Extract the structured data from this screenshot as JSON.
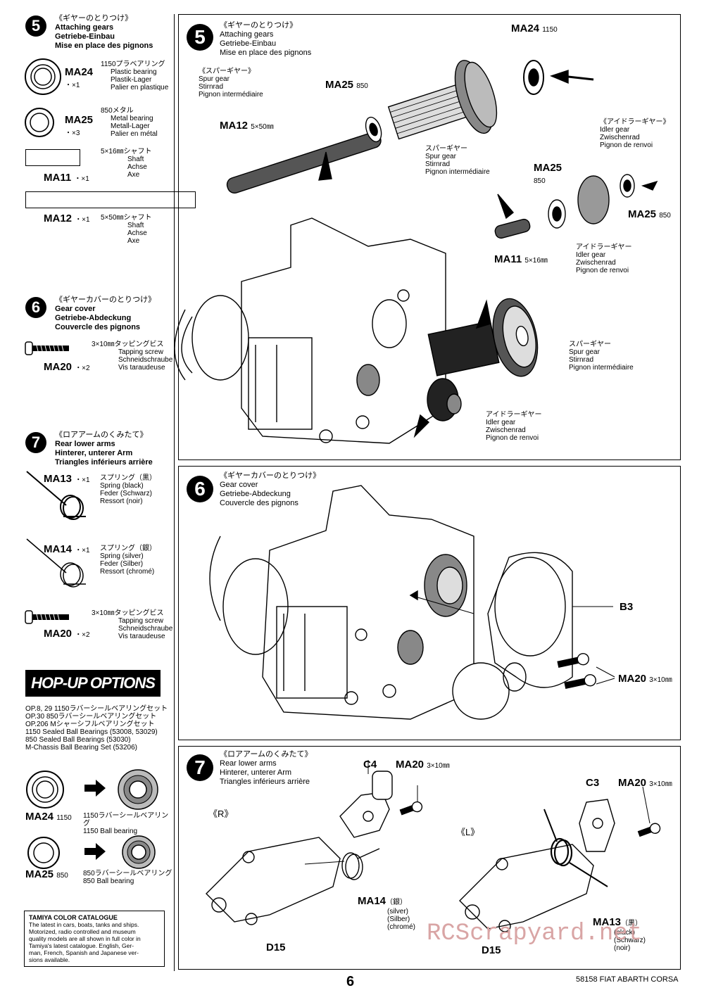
{
  "left": {
    "step5": {
      "num": "5",
      "jp": "《ギヤーのとりつけ》",
      "en": "Attaching gears",
      "de": "Getriebe-Einbau",
      "fr": "Mise en place des pignons",
      "parts": [
        {
          "code": "MA24",
          "qty": "・×1",
          "jp": "1150プラベアリング",
          "l1": "Plastic bearing",
          "l2": "Plastik-Lager",
          "l3": "Palier en plastique"
        },
        {
          "code": "MA25",
          "qty": "・×3",
          "jp": "850メタル",
          "l1": "Metal bearing",
          "l2": "Metall-Lager",
          "l3": "Palier en métal"
        },
        {
          "code": "MA11",
          "qty": "・×1",
          "jp": "5×16㎜シャフト",
          "l1": "Shaft",
          "l2": "Achse",
          "l3": "Axe"
        },
        {
          "code": "MA12",
          "qty": "・×1",
          "jp": "5×50㎜シャフト",
          "l1": "Shaft",
          "l2": "Achse",
          "l3": "Axe"
        }
      ]
    },
    "step6": {
      "num": "6",
      "jp": "《ギヤーカバーのとりつけ》",
      "en": "Gear cover",
      "de": "Getriebe-Abdeckung",
      "fr": "Couvercle des pignons",
      "part": {
        "code": "MA20",
        "qty": "・×2",
        "jp": "3×10㎜タッピングビス",
        "l1": "Tapping screw",
        "l2": "Schneidschraube",
        "l3": "Vis taraudeuse"
      }
    },
    "step7": {
      "num": "7",
      "jp": "《ロアアームのくみたて》",
      "en": "Rear lower arms",
      "de": "Hinterer, unterer Arm",
      "fr": "Triangles inférieurs arrière",
      "parts": [
        {
          "code": "MA13",
          "qty": "・×1",
          "jp": "スプリング（黒）",
          "l1": "Spring (black)",
          "l2": "Feder (Schwarz)",
          "l3": "Ressort (noir)"
        },
        {
          "code": "MA14",
          "qty": "・×1",
          "jp": "スプリング（銀）",
          "l1": "Spring (silver)",
          "l2": "Feder (Silber)",
          "l3": "Ressort (chromé)"
        },
        {
          "code": "MA20",
          "qty": "・×2",
          "jp": "3×10㎜タッピングビス",
          "l1": "Tapping screw",
          "l2": "Schneidschraube",
          "l3": "Vis taraudeuse"
        }
      ]
    },
    "hopup": {
      "banner": "HOP-UP OPTIONS",
      "lines": [
        "OP.8, 29  1150ラバーシールベアリングセット",
        "OP.30     850ラバーシールベアリングセット",
        "OP.206    Mシャーシフルベアリングセット",
        "1150 Sealed Ball Bearings (53008, 53029)",
        "850 Sealed Ball Bearings (53030)",
        "M-Chassis Ball Bearing Set (53206)"
      ],
      "items": [
        {
          "code": "MA24",
          "size": "1150",
          "jp": "1150ラバーシールベアリング",
          "en": "1150 Ball bearing"
        },
        {
          "code": "MA25",
          "size": "850",
          "jp": "850ラバーシールベアリング",
          "en": "850 Ball bearing"
        }
      ]
    },
    "catalogue": {
      "title": "TAMIYA COLOR CATALOGUE",
      "lines": [
        "The latest in cars, boats, tanks and ships.",
        "Motorized, radio controlled and museum",
        "quality models are all shown in full color in",
        "Tamiya's latest catalogue. English, Ger-",
        "man, French, Spanish and Japanese ver-",
        "sions available."
      ]
    }
  },
  "panel5": {
    "num": "5",
    "jp": "《ギヤーのとりつけ》",
    "en": "Attaching gears",
    "de": "Getriebe-Einbau",
    "fr": "Mise en place des pignons",
    "ma24": "MA24",
    "ma24_size": "1150",
    "ma25a": "MA25",
    "ma25a_size": "850",
    "ma12": "MA12",
    "ma12_size": "5×50㎜",
    "spur_jp": "《スパーギヤー》",
    "spur_en": "Spur gear",
    "spur_de": "Stirnrad",
    "spur_fr": "Pignon intermédiaire",
    "spur2_jp": "スパーギヤー",
    "spur2_en": "Spur gear",
    "spur2_de": "Stirnrad",
    "spur2_fr": "Pignon intermédiaire",
    "idler_jp": "《アイドラーギヤー》",
    "idler_en": "Idler gear",
    "idler_de": "Zwischenrad",
    "idler_fr": "Pignon de renvoi",
    "ma25b": "MA25",
    "ma25b_size": "850",
    "ma25c": "MA25",
    "ma25c_size": "850",
    "ma11": "MA11",
    "ma11_size": "5×16㎜",
    "idler2_jp": "アイドラーギヤー",
    "idler2_en": "Idler gear",
    "idler2_de": "Zwischenrad",
    "idler2_fr": "Pignon de renvoi",
    "spur3_jp": "スパーギヤー",
    "spur3_en": "Spur gear",
    "spur3_de": "Stirnrad",
    "spur3_fr": "Pignon intermédiaire",
    "idler3_jp": "アイドラーギヤー",
    "idler3_en": "Idler gear",
    "idler3_de": "Zwischenrad",
    "idler3_fr": "Pignon de renvoi"
  },
  "panel6": {
    "num": "6",
    "jp": "《ギヤーカバーのとりつけ》",
    "en": "Gear cover",
    "de": "Getriebe-Abdeckung",
    "fr": "Couvercle des pignons",
    "b3": "B3",
    "ma20": "MA20",
    "ma20_size": "3×10㎜"
  },
  "panel7": {
    "num": "7",
    "jp": "《ロアアームのくみたて》",
    "en": "Rear lower arms",
    "de": "Hinterer, unterer Arm",
    "fr": "Triangles inférieurs arrière",
    "r": "《R》",
    "l": "《L》",
    "c4": "C4",
    "c3": "C3",
    "ma20a": "MA20",
    "ma20a_size": "3×10㎜",
    "ma20b": "MA20",
    "ma20b_size": "3×10㎜",
    "ma14": "MA14",
    "ma14_jp": "（銀）",
    "ma14_l1": "(silver)",
    "ma14_l2": "(Silber)",
    "ma14_l3": "(chromé)",
    "ma13": "MA13",
    "ma13_jp": "（黒）",
    "ma13_l1": "(black)",
    "ma13_l2": "(Schwarz)",
    "ma13_l3": "(noir)",
    "d15a": "D15",
    "d15b": "D15"
  },
  "footer": {
    "page": "6",
    "model": "58158 FIAT ABARTH CORSA",
    "watermark": "RCScrapyard.net"
  }
}
